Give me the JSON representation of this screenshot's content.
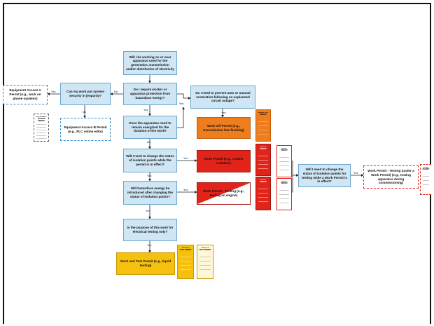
{
  "nodes": {
    "q_generation": "Will I be working on or near apparatus used for the generation, transmission and/or distribution of electricity",
    "q_require_permit": "Do I require worker or apparatus protection from hazardous energy?",
    "q_jeopardy": "Can my work put system security in jeopardy?",
    "q_energized": "Does the apparatus need to remain energized for the duration of the work?",
    "q_auto": "Do I need to prevent auto or manual restoration following an unplanned circuit outage?",
    "q_change_isolation": "Will I need to change the status of isolation points while the permit is in effect?",
    "q_hazardous_reintro": "Will hazardous energy be introduced after changing the status of isolation points?",
    "q_testing_only": "Is the purpose of this work for electrical testing only?",
    "q_change_testing": "Will I need to change the status of isolation points for testing while a Work Permit is in effect?",
    "equipment_permit_a": "Equipment Access A Permit (e.g., work on phone systems)",
    "equipment_permit_b": "Equipment Access B Permit (e.g., PLC online edits)",
    "work_off_permit": "Work Off Permit (e.g., transmission line flushing)",
    "work_permit_red": "Work Permit (e.g., routine isolation)",
    "work_permit_split": "Work Permit - Testing (e.g., testing an engine)",
    "work_test_permit": "Work and Test Permit (e.g., liquid testing)",
    "work_permit_testing": "Work Permit - Testing (under a Work Permit) (e.g., testing apparatus during commissioning)"
  },
  "edge_labels": {
    "yes": "Yes",
    "no": "No"
  },
  "documents": {
    "doc_gray": "EQUIPMENT ACCESS PERMIT",
    "doc_orange": "WORK OFF PERMIT",
    "doc_red": "WORK PERMIT",
    "doc_outline": "WORK PERMIT",
    "doc_yellow1": "WORK & TEST PERMIT",
    "doc_yellow2": "WORK & TEST PERMIT",
    "doc_right": "WORK PERMIT"
  },
  "colors": {
    "question": "#cfe6f5",
    "orange": "#ee7d1e",
    "red": "#e2231a",
    "yellow": "#f6c00f",
    "blue_dashed": "#2f8fd6"
  }
}
